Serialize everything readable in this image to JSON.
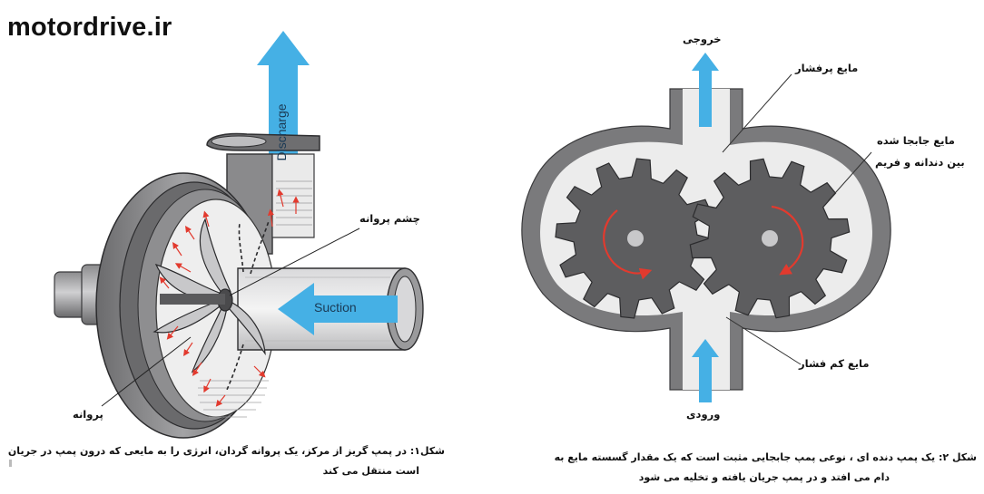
{
  "site": {
    "brand": "motordrive.ir"
  },
  "figure1": {
    "discharge_label": "Discharge",
    "suction_label": "Suction",
    "impeller_eye_label": "چشم پروانه",
    "impeller_label": "پروانه",
    "caption_line1": "شکل۱: در پمپ گریز از مرکز، یک پروانه گردان، انرژی را به مایعی که درون پمپ در جریان",
    "caption_line2": "است منتقل می کند"
  },
  "figure2": {
    "outlet_label": "خروجی",
    "inlet_label": "ورودی",
    "high_pressure_label": "مایع پرفشار",
    "trapped_label_line1": "مایع جابجا شده",
    "trapped_label_line2": "بین دندانه و فریم",
    "low_pressure_label": "مایع کم فشار",
    "caption_line1": "شکل ۲: یک پمپ دنده ای ، نوعی پمپ جابجایی مثبت است که یک مقدار گسسته مایع به",
    "caption_line2": "دام می افتد و در پمپ جریان یافته و تخلیه می شود"
  },
  "colors": {
    "arrow_blue": "#45b0e5",
    "gear_gray": "#5d5d5f",
    "casing_gray": "#7a7a7c",
    "fluid_light": "#ececec",
    "flow_red": "#e23a2e"
  }
}
